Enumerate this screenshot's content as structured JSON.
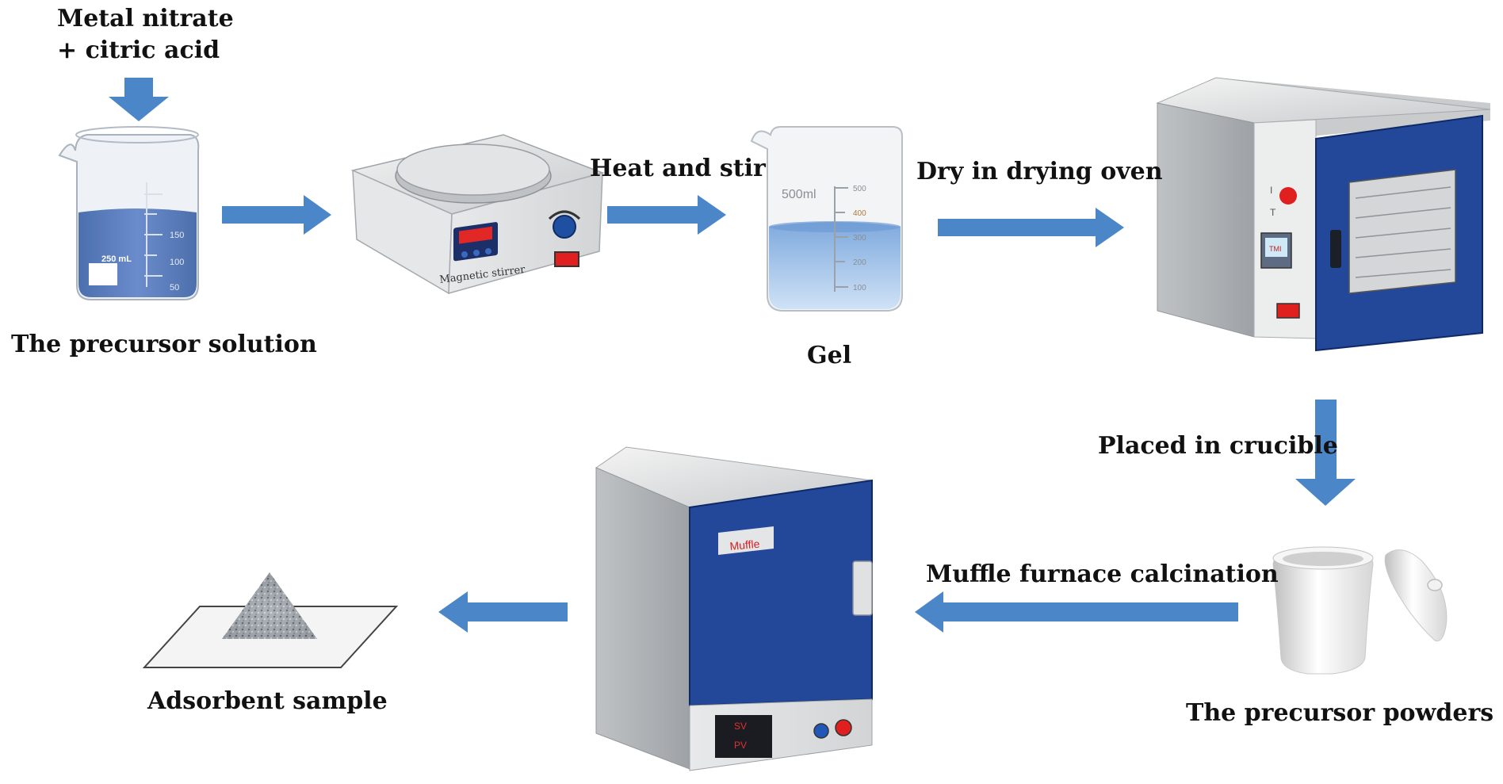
{
  "labels": {
    "inputs_line1": "Metal nitrate",
    "inputs_line2": "+ citric acid",
    "precursor_solution": "The precursor solution",
    "heat_and_stir": "Heat and stir",
    "gel": "Gel",
    "dry_in_oven": "Dry in drying oven",
    "placed_in_crucible": "Placed in crucible",
    "precursor_powders": "The precursor powders",
    "muffle_calcination": "Muffle furnace calcination",
    "adsorbent_sample": "Adsorbent sample"
  },
  "beaker1": {
    "volume": "250 mL",
    "ticks": [
      "150",
      "100",
      "50"
    ]
  },
  "beaker2": {
    "volume": "500ml",
    "ticks": [
      "500",
      "400",
      "300",
      "200",
      "100"
    ]
  },
  "stirter": {
    "label": "Magnetic stirrer"
  },
  "oven_display": "TMI",
  "oven_side_marks": [
    "I",
    "T"
  ],
  "muffle": {
    "plate": "Muffle",
    "display_line1": "SV",
    "display_line2": "PV"
  },
  "colors": {
    "arrow": "#4a86c8",
    "liquid_blue": "#5a7fbd",
    "gel_blue": "#9fc3ea",
    "door_blue": "#23489a",
    "device_gray": "#d4d6d8",
    "indicator_red": "#e01f1f"
  }
}
